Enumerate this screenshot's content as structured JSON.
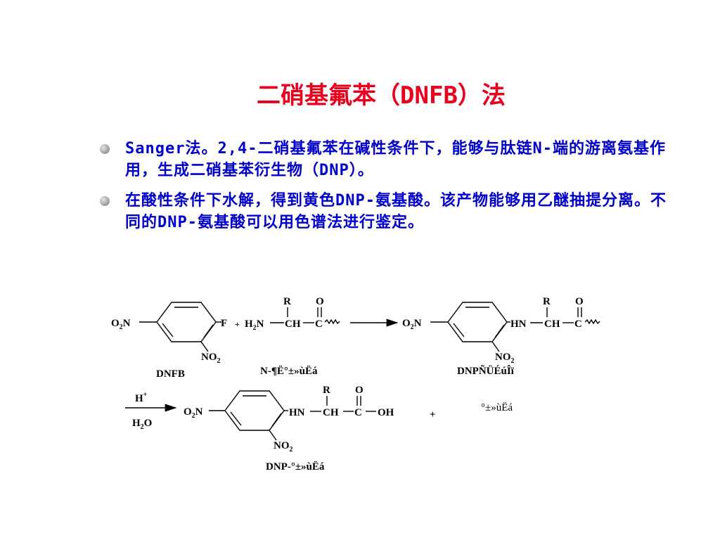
{
  "slide": {
    "title": "二硝基氟苯（DNFB）法",
    "bullets": [
      {
        "text": "Sanger法。2,4-二硝基氟苯在碱性条件下，能够与肽链N-端的游离氨基作用，生成二硝基苯衍生物（DNP）。"
      },
      {
        "text": "在酸性条件下水解，得到黄色DNP-氨基酸。该产物能够用乙醚抽提分离。不同的DNP-氨基酸可以用色谱法进行鉴定。"
      }
    ]
  },
  "reaction": {
    "o2n": "O",
    "sub_2": "2",
    "n": "N",
    "f": "F",
    "no": "NO",
    "plus": "+",
    "h2n_h": "H",
    "hn": "HN",
    "ch": "CH",
    "c": "C",
    "r": "R",
    "o": "O",
    "oh": "OH",
    "h": "H",
    "sup_plus": "+",
    "h2o_o": "O",
    "label_dnfb": "DNFB",
    "label_peptide": "N-¶Ë°±»ùËá",
    "label_dnp_peptide": "DNPÑÜÉúÎï",
    "label_amino_acid": "°±»ùËá",
    "label_dnp_aa": "DNP-°±»ùËá"
  },
  "colors": {
    "title": "#e8001c",
    "text": "#0000cc",
    "structure": "#000000"
  }
}
